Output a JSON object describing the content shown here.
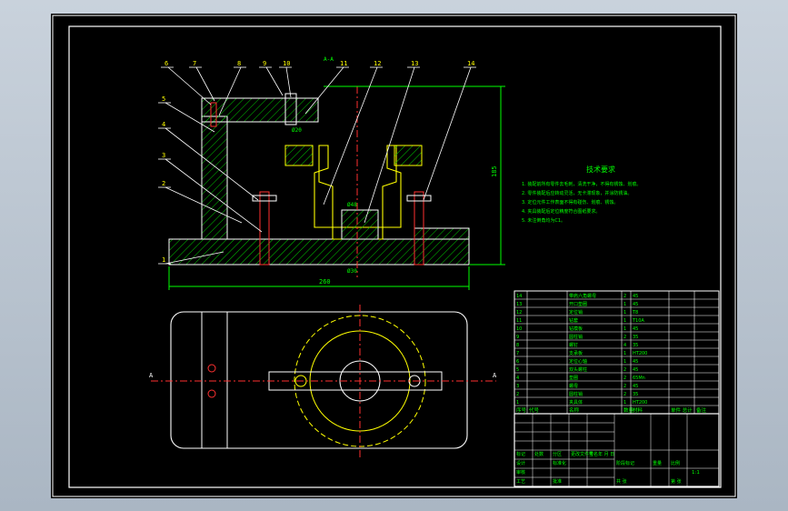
{
  "part_numbers": [
    "1",
    "2",
    "3",
    "4",
    "5",
    "6",
    "7",
    "8",
    "9",
    "10",
    "11",
    "12",
    "13",
    "14"
  ],
  "section_label": "A-A",
  "view_marker": "A",
  "dimensions": {
    "overall_width": "260",
    "height": "185",
    "base_slot": "Ø30",
    "bore": "Ø48",
    "top": "Ø20"
  },
  "technical_requirements": {
    "title": "技术要求",
    "lines": [
      "1. 装配前所有零件去毛刺，清洗干净，不得有锈蚀、划痕。",
      "2. 零件装配后应转动灵活，无卡滞现象，并涂防锈油。",
      "3. 定位元件工作表面不得有碰伤、划痕、锈蚀。",
      "4. 夹具装配后定位精度符合图纸要求。",
      "5. 未注倒角均为C1。"
    ]
  },
  "bom": {
    "rows": [
      {
        "no": "14",
        "code": "",
        "name": "带肩六角螺母",
        "qty": "2",
        "material": "45",
        "note": ""
      },
      {
        "no": "13",
        "code": "",
        "name": "开口垫圈",
        "qty": "1",
        "material": "45",
        "note": ""
      },
      {
        "no": "12",
        "code": "",
        "name": "定位销",
        "qty": "1",
        "material": "T8",
        "note": ""
      },
      {
        "no": "11",
        "code": "",
        "name": "钻套",
        "qty": "1",
        "material": "T10A",
        "note": ""
      },
      {
        "no": "10",
        "code": "",
        "name": "钻模板",
        "qty": "1",
        "material": "45",
        "note": ""
      },
      {
        "no": "9",
        "code": "",
        "name": "圆柱销",
        "qty": "2",
        "material": "35",
        "note": ""
      },
      {
        "no": "8",
        "code": "",
        "name": "螺钉",
        "qty": "4",
        "material": "35",
        "note": ""
      },
      {
        "no": "7",
        "code": "",
        "name": "支承板",
        "qty": "1",
        "material": "HT200",
        "note": ""
      },
      {
        "no": "6",
        "code": "",
        "name": "定位心轴",
        "qty": "1",
        "material": "45",
        "note": ""
      },
      {
        "no": "5",
        "code": "",
        "name": "双头螺柱",
        "qty": "2",
        "material": "45",
        "note": ""
      },
      {
        "no": "4",
        "code": "",
        "name": "垫圈",
        "qty": "2",
        "material": "65Mn",
        "note": ""
      },
      {
        "no": "3",
        "code": "",
        "name": "螺母",
        "qty": "2",
        "material": "45",
        "note": ""
      },
      {
        "no": "2",
        "code": "",
        "name": "圆柱销",
        "qty": "2",
        "material": "35",
        "note": ""
      },
      {
        "no": "1",
        "code": "",
        "name": "夹具体",
        "qty": "1",
        "material": "HT200",
        "note": ""
      }
    ],
    "header": {
      "no": "序号",
      "code": "代号",
      "name": "名称",
      "qty": "数量",
      "material": "材料",
      "mass": "单件 总计",
      "note": "备注"
    }
  },
  "title_block": {
    "labels": [
      "标记",
      "处数",
      "分区",
      "更改文件号",
      "签名",
      "年 月 日",
      "设计",
      "标准化",
      "阶段标记",
      "重量",
      "比例",
      "审核",
      "工艺",
      "批准",
      "共 张",
      "第 张"
    ],
    "scale": "1:1"
  },
  "colors": {
    "outline": "#ffffff",
    "part": "#ffff00",
    "hatch": "#00ff00",
    "dim": "#00ff00",
    "leader": "#ffffff",
    "center": "#ff3030",
    "label": "#ffff00",
    "text": "#00ff00"
  }
}
